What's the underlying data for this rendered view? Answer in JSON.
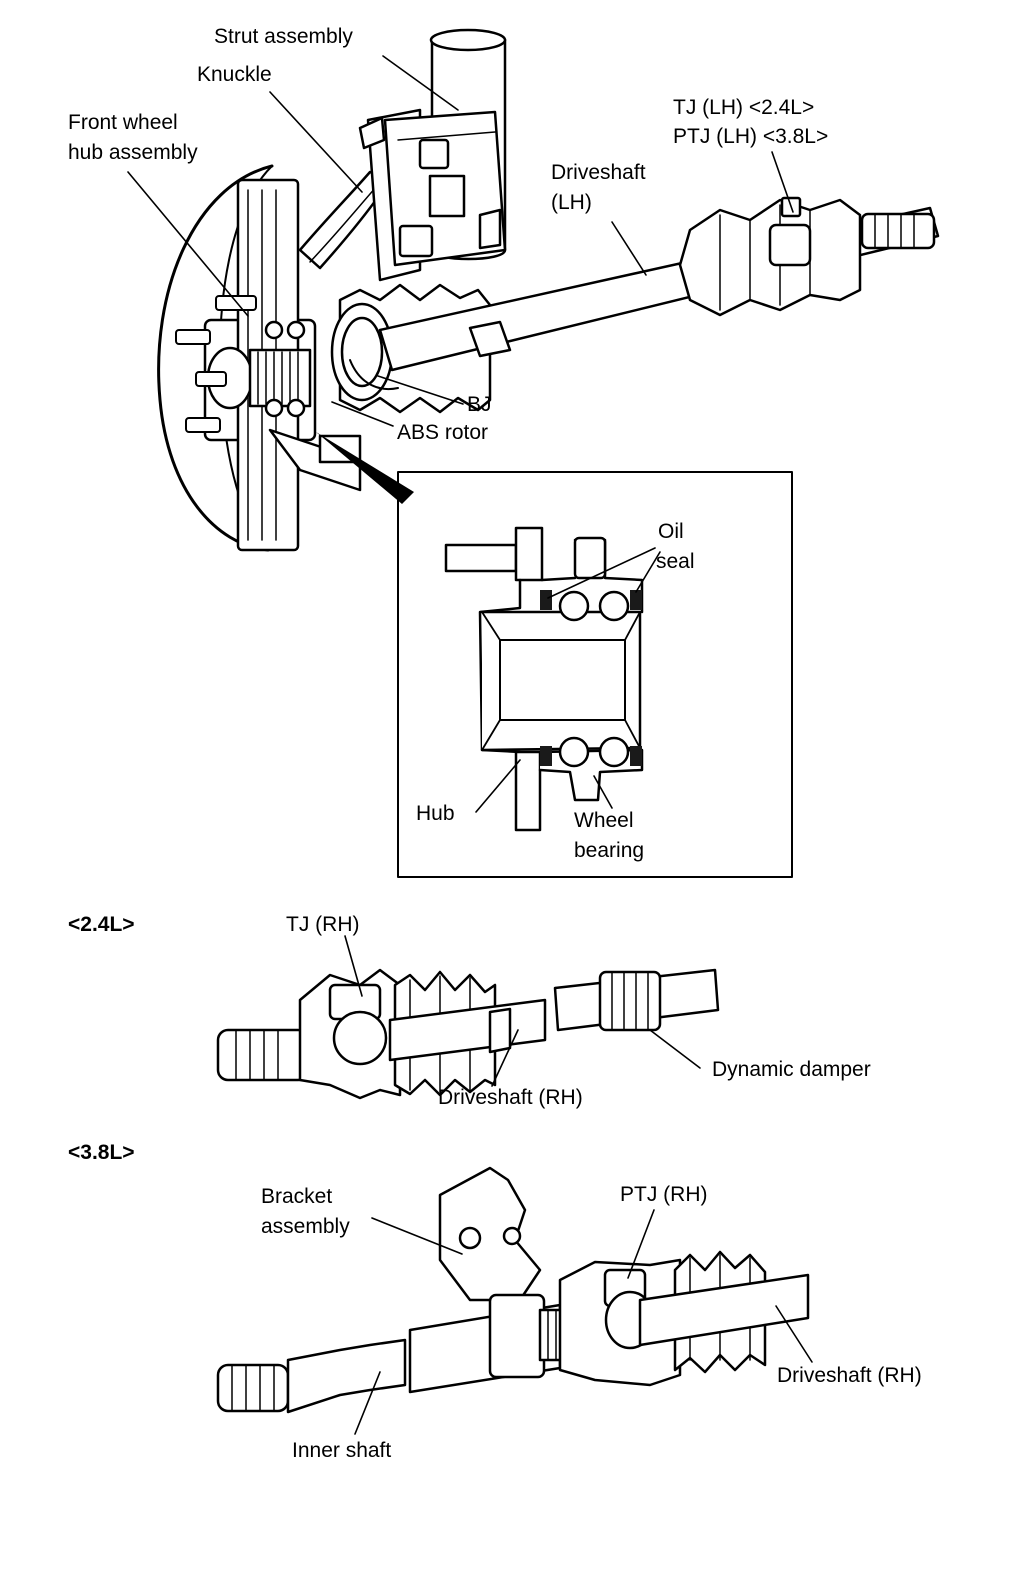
{
  "labels": {
    "strut_assembly": "Strut assembly",
    "knuckle": "Knuckle",
    "front_wheel_hub_1": "Front wheel",
    "front_wheel_hub_2": "hub assembly",
    "tj_lh": "TJ (LH) <2.4L>",
    "ptj_lh": "PTJ (LH) <3.8L>",
    "driveshaft_lh_1": "Driveshaft",
    "driveshaft_lh_2": "(LH)",
    "bj": "BJ",
    "abs_rotor": "ABS rotor",
    "oil_seal_1": "Oil",
    "oil_seal_2": "seal",
    "hub": "Hub",
    "wheel_bearing_1": "Wheel",
    "wheel_bearing_2": "bearing",
    "section_24": "<2.4L>",
    "tj_rh": "TJ (RH)",
    "dynamic_damper": "Dynamic damper",
    "driveshaft_rh_24": "Driveshaft (RH)",
    "section_38": "<3.8L>",
    "bracket_assembly_1": "Bracket",
    "bracket_assembly_2": "assembly",
    "ptj_rh": "PTJ (RH)",
    "driveshaft_rh_38": "Driveshaft (RH)",
    "inner_shaft": "Inner shaft"
  },
  "colors": {
    "ink": "#000000",
    "paper": "#ffffff",
    "shade": "#d9d9d9",
    "dark": "#1a1a1a"
  }
}
